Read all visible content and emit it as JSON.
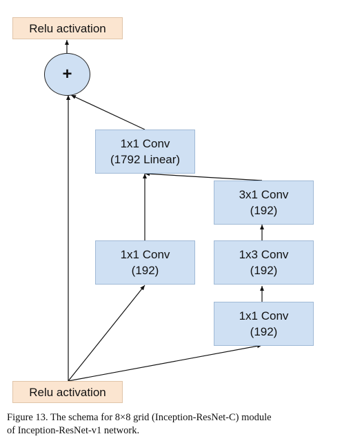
{
  "nodes": {
    "relu_top": {
      "label": "Relu activation"
    },
    "sum": {
      "symbol": "+"
    },
    "conv_linear": {
      "line1": "1x1 Conv",
      "line2": "(1792 Linear)"
    },
    "conv_left": {
      "line1": "1x1 Conv",
      "line2": "(192)"
    },
    "conv_3x1": {
      "line1": "3x1 Conv",
      "line2": "(192)"
    },
    "conv_1x3": {
      "line1": "1x3 Conv",
      "line2": "(192)"
    },
    "conv_1x1_right": {
      "line1": "1x1 Conv",
      "line2": "(192)"
    },
    "relu_bottom": {
      "label": "Relu activation"
    }
  },
  "caption": {
    "line1": "Figure 13. The schema for 8×8 grid (Inception-ResNet-C) module",
    "line2": "of Inception-ResNet-v1 network."
  },
  "colors": {
    "relu_fill": "#fbe5d0",
    "conv_fill": "#cfe0f3",
    "edge": "#111111"
  }
}
